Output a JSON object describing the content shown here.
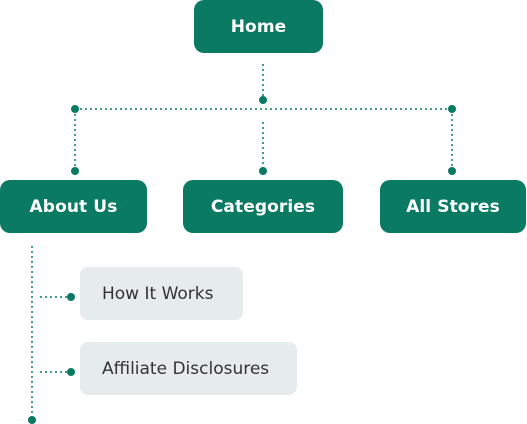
{
  "theme": {
    "primary_color": "#0b7a63",
    "secondary_fill": "#e6eceb",
    "secondary_text": "#333333",
    "connector_style": "dotted"
  },
  "sitemap": {
    "root": {
      "label": "Home"
    },
    "children": [
      {
        "label": "About Us",
        "children": [
          {
            "label": "How It Works"
          },
          {
            "label": "Affiliate Disclosures"
          }
        ]
      },
      {
        "label": "Categories"
      },
      {
        "label": "All Stores"
      }
    ]
  }
}
